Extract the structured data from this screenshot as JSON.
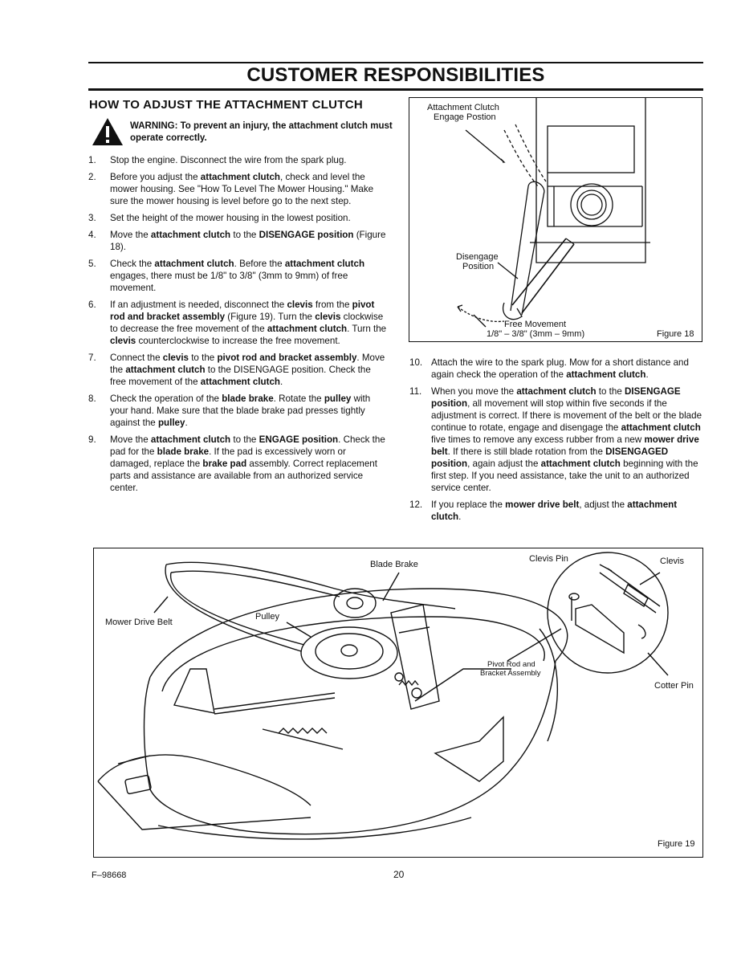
{
  "header": {
    "title": "CUSTOMER RESPONSIBILITIES"
  },
  "section": {
    "heading": "HOW TO ADJUST THE ATTACHMENT CLUTCH",
    "warning": "WARNING: To prevent an injury, the attachment clutch must operate correctly."
  },
  "steps_left": [
    {
      "num": "1.",
      "parts": [
        {
          "t": "Stop the engine. Disconnect the wire from the spark plug."
        }
      ]
    },
    {
      "num": "2.",
      "parts": [
        {
          "t": "Before you adjust the "
        },
        {
          "t": "attachment clutch",
          "b": true
        },
        {
          "t": ", check and level the mower housing. See \"How To Level The Mower Housing.\" Make sure the mower housing is level before go to the next step."
        }
      ]
    },
    {
      "num": "3.",
      "parts": [
        {
          "t": "Set the height of the mower housing in the lowest position."
        }
      ]
    },
    {
      "num": "4.",
      "parts": [
        {
          "t": "Move the "
        },
        {
          "t": "attachment clutch",
          "b": true
        },
        {
          "t": " to the "
        },
        {
          "t": "DISENGAGE position",
          "b": true
        },
        {
          "t": " (Figure 18)."
        }
      ]
    },
    {
      "num": "5.",
      "parts": [
        {
          "t": "Check the "
        },
        {
          "t": "attachment clutch",
          "b": true
        },
        {
          "t": ". Before the "
        },
        {
          "t": "attachment clutch",
          "b": true
        },
        {
          "t": " engages, there must be 1/8\" to 3/8\" (3mm to 9mm) of free movement."
        }
      ]
    },
    {
      "num": "6.",
      "parts": [
        {
          "t": "If an adjustment is needed, disconnect the "
        },
        {
          "t": "clevis",
          "b": true
        },
        {
          "t": " from the "
        },
        {
          "t": "pivot rod and bracket assembly",
          "b": true
        },
        {
          "t": " (Figure 19). Turn the "
        },
        {
          "t": "clevis",
          "b": true
        },
        {
          "t": " clockwise to decrease the free movement of the "
        },
        {
          "t": "attachment clutch",
          "b": true
        },
        {
          "t": ". Turn the "
        },
        {
          "t": "clevis",
          "b": true
        },
        {
          "t": " counterclockwise to increase the free movement."
        }
      ]
    },
    {
      "num": "7.",
      "parts": [
        {
          "t": "Connect the "
        },
        {
          "t": "clevis",
          "b": true
        },
        {
          "t": " to the "
        },
        {
          "t": "pivot rod and bracket assembly",
          "b": true
        },
        {
          "t": ". Move the "
        },
        {
          "t": "attachment clutch",
          "b": true
        },
        {
          "t": " to the DISENGAGE position. Check the free movement of the "
        },
        {
          "t": "attachment clutch",
          "b": true
        },
        {
          "t": "."
        }
      ]
    },
    {
      "num": "8.",
      "parts": [
        {
          "t": "Check the operation of the "
        },
        {
          "t": "blade brake",
          "b": true
        },
        {
          "t": ". Rotate the "
        },
        {
          "t": "pulley",
          "b": true
        },
        {
          "t": " with your hand. Make sure that the blade brake pad presses tightly against the "
        },
        {
          "t": "pulley",
          "b": true
        },
        {
          "t": "."
        }
      ]
    },
    {
      "num": "9.",
      "parts": [
        {
          "t": "Move the "
        },
        {
          "t": "attachment clutch",
          "b": true
        },
        {
          "t": " to the "
        },
        {
          "t": "ENGAGE position",
          "b": true
        },
        {
          "t": ". Check the pad for the "
        },
        {
          "t": "blade brake",
          "b": true
        },
        {
          "t": ". If the pad is excessively worn or damaged, replace the "
        },
        {
          "t": "brake pad",
          "b": true
        },
        {
          "t": " assembly. Correct replacement parts and assistance are available from an authorized service center."
        }
      ]
    }
  ],
  "steps_right": [
    {
      "num": "10.",
      "parts": [
        {
          "t": "Attach the wire to the spark plug. Mow for a short distance and again check the operation of the "
        },
        {
          "t": "attachment clutch",
          "b": true
        },
        {
          "t": "."
        }
      ]
    },
    {
      "num": "11.",
      "parts": [
        {
          "t": "When you move the "
        },
        {
          "t": "attachment clutch",
          "b": true
        },
        {
          "t": " to the "
        },
        {
          "t": "DISENGAGE position",
          "b": true
        },
        {
          "t": ", all movement will stop within five seconds if the adjustment is correct. If there is movement of the belt or the blade continue to rotate, engage and disengage the "
        },
        {
          "t": "attachment clutch",
          "b": true
        },
        {
          "t": " five times to remove any excess rubber from a new "
        },
        {
          "t": "mower drive belt",
          "b": true
        },
        {
          "t": ". If there is still blade rotation from the "
        },
        {
          "t": "DISENGAGED position",
          "b": true
        },
        {
          "t": ", again adjust the "
        },
        {
          "t": "attachment clutch",
          "b": true
        },
        {
          "t": " beginning with the first step. If you need assistance, take the unit to an authorized service center."
        }
      ]
    },
    {
      "num": "12.",
      "parts": [
        {
          "t": "If you replace the "
        },
        {
          "t": "mower drive belt",
          "b": true
        },
        {
          "t": ", adjust the "
        },
        {
          "t": "attachment clutch",
          "b": true
        },
        {
          "t": "."
        }
      ]
    }
  ],
  "figure18": {
    "label_engage_1": "Attachment Clutch",
    "label_engage_2": "Engage Postion",
    "label_disengage_1": "Disengage",
    "label_disengage_2": "Position",
    "label_free_1": "Free Movement",
    "label_free_2": "1/8\" – 3/8\" (3mm – 9mm)",
    "caption": "Figure 18"
  },
  "figure19": {
    "label_blade_brake": "Blade Brake",
    "label_clevis_pin": "Clevis Pin",
    "label_clevis": "Clevis",
    "label_mower_drive_belt": "Mower Drive Belt",
    "label_pulley": "Pulley",
    "label_pivot_1": "Pivot Rod and",
    "label_pivot_2": "Bracket Assembly",
    "label_cotter_pin": "Cotter Pin",
    "caption": "Figure 19"
  },
  "footer": {
    "doc_number": "F–98668",
    "page_number": "20"
  }
}
